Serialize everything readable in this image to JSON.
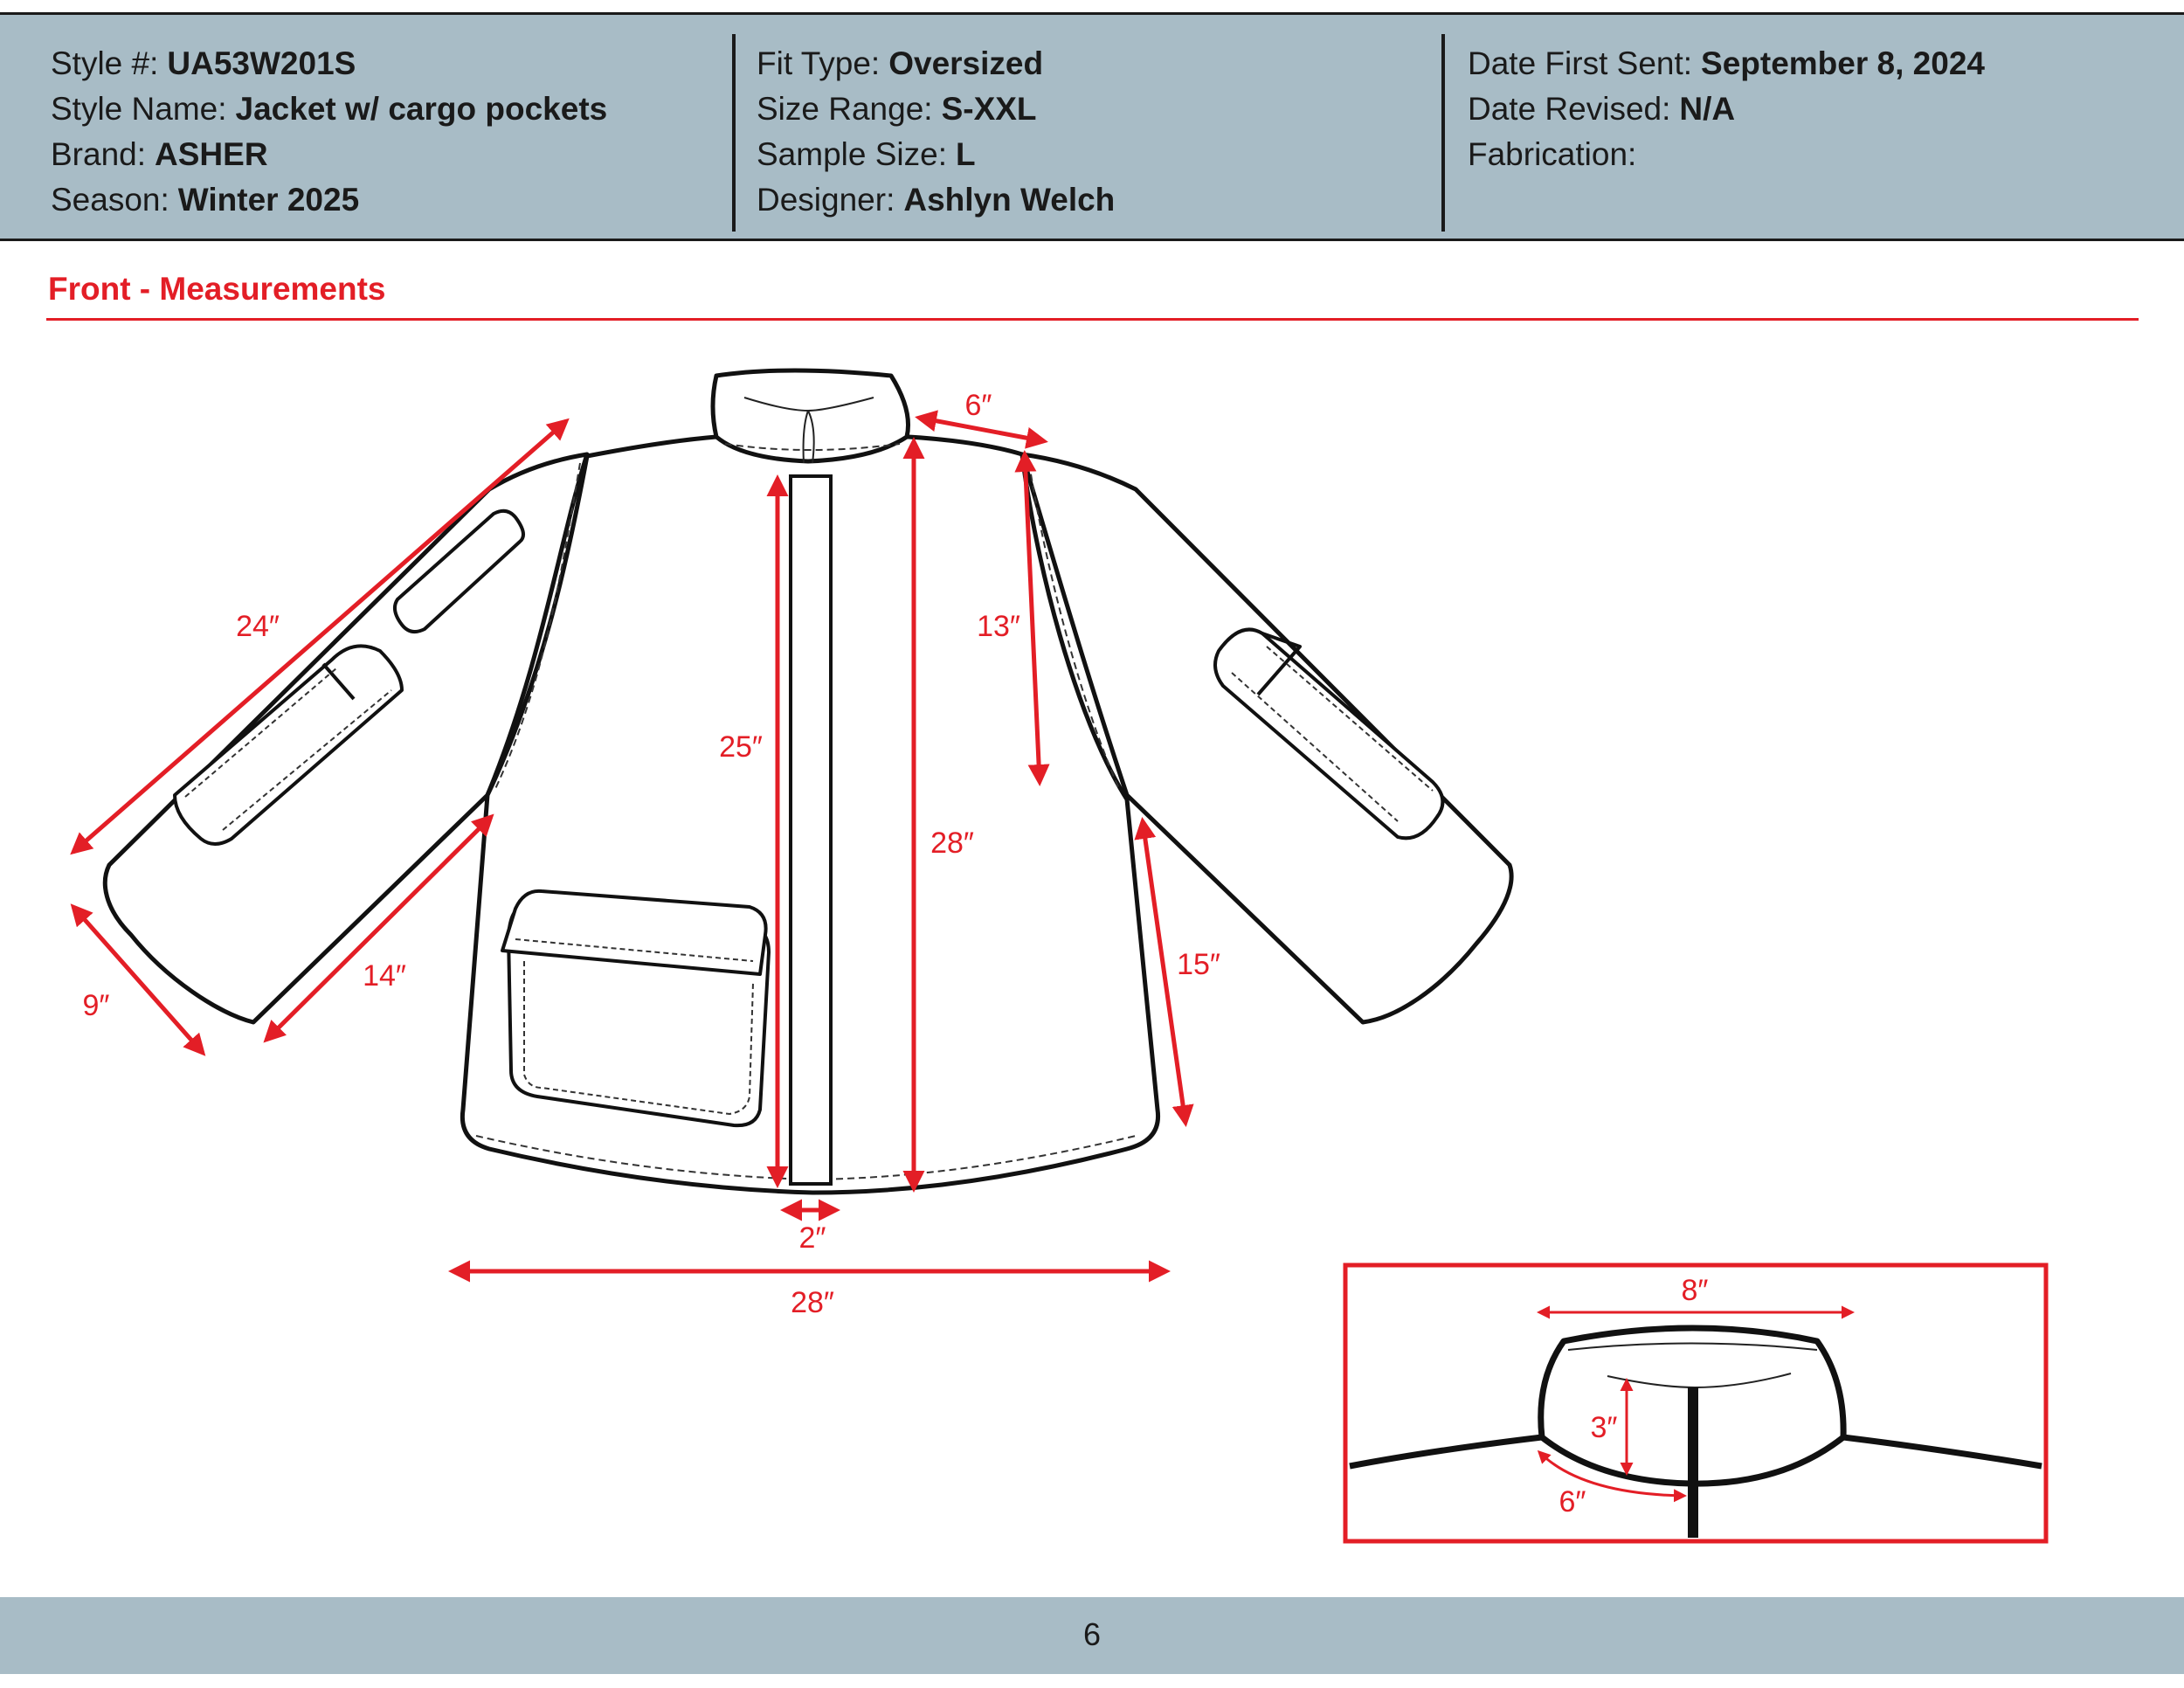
{
  "header": {
    "col1": [
      {
        "label": "Style #:",
        "value": "UA53W201S"
      },
      {
        "label": "Style Name:",
        "value": "Jacket w/ cargo pockets"
      },
      {
        "label": "Brand:",
        "value": "ASHER"
      },
      {
        "label": "Season:",
        "value": "Winter 2025"
      }
    ],
    "col2": [
      {
        "label": "Fit Type:",
        "value": "Oversized"
      },
      {
        "label": "Size Range:",
        "value": "S-XXL"
      },
      {
        "label": "Sample Size:",
        "value": "L"
      },
      {
        "label": "Designer:",
        "value": "Ashlyn Welch"
      }
    ],
    "col3": [
      {
        "label": "Date First Sent:",
        "value": "September 8, 2024"
      },
      {
        "label": "Date Revised:",
        "value": "N/A"
      },
      {
        "label": "Fabrication:",
        "value": ""
      }
    ]
  },
  "section_title": "Front - Measurements",
  "measurements": {
    "sleeve_length": "24″",
    "cuff_width": "9″",
    "underarm_sleeve": "14″",
    "shoulder": "6″",
    "armhole": "13″",
    "side_seam": "15″",
    "center_front_length": "25″",
    "body_length": "28″",
    "placket_width": "2″",
    "hem_width": "28″"
  },
  "collar_detail": {
    "collar_width": "8″",
    "collar_height": "3″",
    "neck_curve": "6″"
  },
  "footer": {
    "page_number": "6"
  },
  "colors": {
    "header_bg": "#a8bcc6",
    "accent_red": "#e31e26"
  }
}
